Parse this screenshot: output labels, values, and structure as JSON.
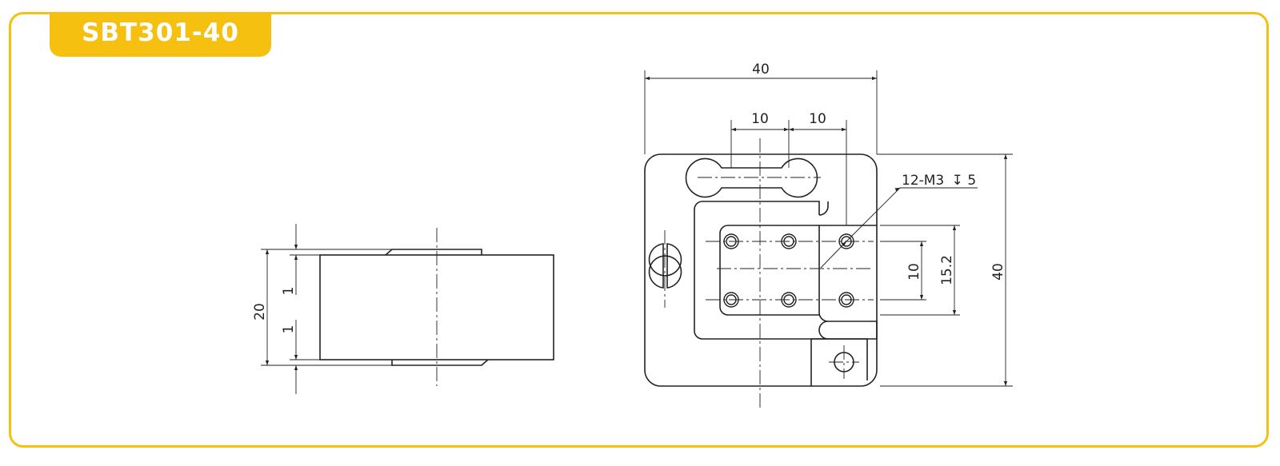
{
  "title": "SBT301-40",
  "colors": {
    "accent": "#f5c010",
    "line": "#222222"
  },
  "side_view": {
    "overall_height": "20",
    "step_top": "1",
    "step_bottom": "1"
  },
  "top_view": {
    "overall_width": "40",
    "hole_pitch_1": "10",
    "hole_pitch_2": "10",
    "overall_height": "40",
    "hole_row_pitch": "10",
    "platform_height": "15.2",
    "hole_callout": "12-M3",
    "depth_symbol": "↧",
    "hole_depth": "5"
  }
}
